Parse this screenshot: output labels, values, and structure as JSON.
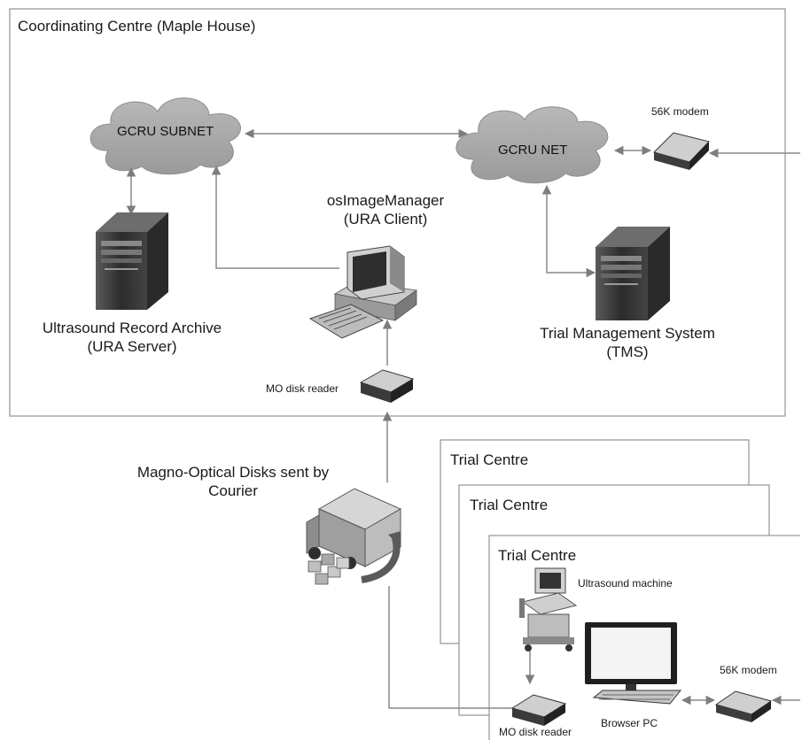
{
  "coordinating_centre": {
    "title": "Coordinating Centre (Maple House)",
    "gcru_subnet": "GCRU SUBNET",
    "gcru_net": "GCRU NET",
    "modem_top": "56K modem",
    "os_image_manager_line1": "osImageManager",
    "os_image_manager_line2": "(URA Client)",
    "ura_line1": "Ultrasound Record Archive",
    "ura_line2": "(URA Server)",
    "tms_line1": "Trial Management System",
    "tms_line2": "(TMS)",
    "mo_reader_top": "MO disk reader"
  },
  "courier": {
    "line1": "Magno-Optical Disks sent by",
    "line2": "Courier"
  },
  "trial_centres": {
    "titles": [
      "Trial Centre",
      "Trial Centre",
      "Trial Centre"
    ],
    "ultrasound_machine": "Ultrasound machine",
    "mo_reader": "MO disk reader",
    "browser_pc": "Browser PC",
    "modem": "56K modem"
  },
  "colors": {
    "border": "#9a9a9a",
    "cloud": "#a8a8a8",
    "arrow": "#8a8a8a",
    "device_dark": "#3a3a3a",
    "device_light": "#d7d7d7"
  }
}
